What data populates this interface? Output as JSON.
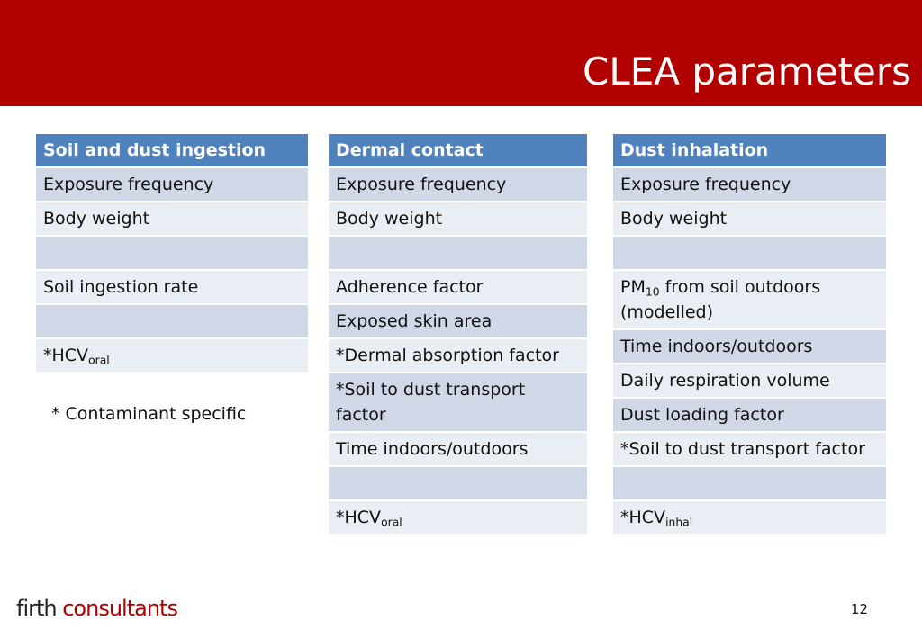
{
  "slide": {
    "title": "CLEA parameters",
    "footnote": "* Contaminant specific",
    "page_number": "12",
    "logo": {
      "part1": "firth",
      "part2": " consultants"
    }
  },
  "colors": {
    "header_bar": "#b00000",
    "table_header": "#4f81bd",
    "row_dark": "#d0d8e8",
    "row_light": "#e9edf4"
  },
  "tables": [
    {
      "header": "Soil and dust ingestion",
      "rows": [
        {
          "text": "Exposure frequency"
        },
        {
          "text": "Body weight"
        },
        {
          "text": ""
        },
        {
          "text": "Soil ingestion rate"
        },
        {
          "text": ""
        },
        {
          "text": "*HCV",
          "sub": "oral"
        }
      ]
    },
    {
      "header": "Dermal contact",
      "rows": [
        {
          "text": "Exposure frequency"
        },
        {
          "text": "Body weight"
        },
        {
          "text": ""
        },
        {
          "text": "Adherence factor"
        },
        {
          "text": "Exposed skin area"
        },
        {
          "text": "*Dermal absorption factor"
        },
        {
          "text": "*Soil to dust transport factor"
        },
        {
          "text": "Time indoors/outdoors"
        },
        {
          "text": ""
        },
        {
          "text": "*HCV",
          "sub": "oral"
        }
      ]
    },
    {
      "header": "Dust inhalation",
      "rows": [
        {
          "text": "Exposure frequency"
        },
        {
          "text": "Body weight"
        },
        {
          "text": ""
        },
        {
          "text": "PM",
          "sub": "10",
          "after": " from soil outdoors (modelled)"
        },
        {
          "text": "Time indoors/outdoors"
        },
        {
          "text": "Daily respiration volume"
        },
        {
          "text": "Dust loading factor"
        },
        {
          "text": "*Soil to dust transport factor"
        },
        {
          "text": ""
        },
        {
          "text": "*HCV",
          "sub": "inhal"
        }
      ]
    }
  ]
}
